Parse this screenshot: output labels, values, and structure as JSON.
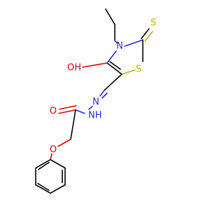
{
  "molecule": {
    "colors": {
      "carbon": "#000000",
      "nitrogen": "#2A2AE0",
      "oxygen": "#E00000",
      "sulfur": "#B8B800",
      "background": "#FFFFFF"
    },
    "atoms": {
      "thione_s": "S",
      "ring_s": "S",
      "ring_n": "N",
      "hydroxyl_o": "OH",
      "imine_n": "N",
      "amide_n": "NH",
      "carbonyl_o": "O",
      "ether_o": "O"
    }
  }
}
